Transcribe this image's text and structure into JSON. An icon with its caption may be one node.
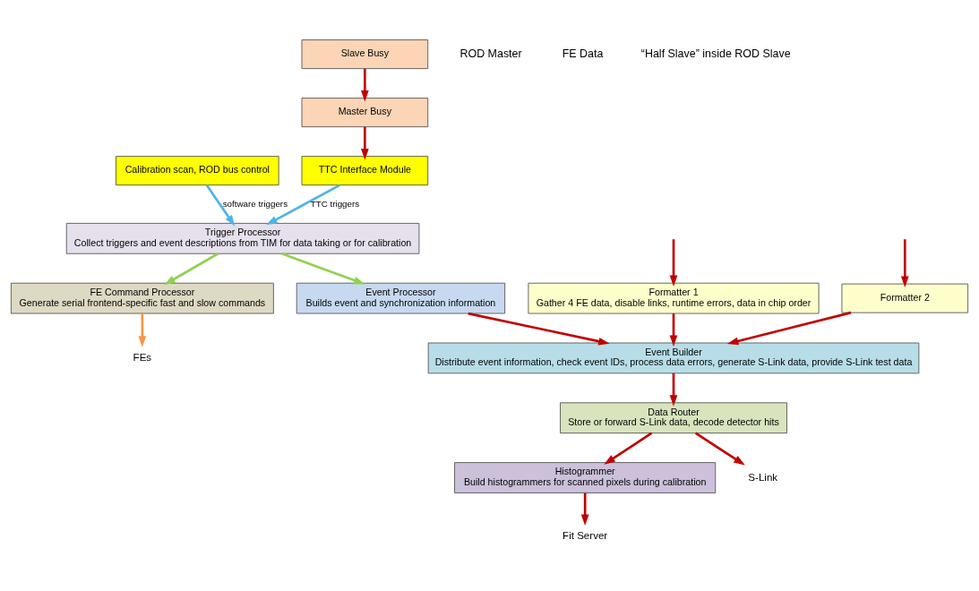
{
  "diagram": {
    "nodes": [
      {
        "text": [
          "Calibration scan, ROD bus control"
        ]
      },
      {
        "text": [
          "Trigger Processor",
          "Collect triggers and event descriptions from TIM for data taking or for calibration"
        ]
      },
      {
        "text": [
          "TTC Interface Module"
        ]
      },
      {
        "text": [
          "FE Command Processor",
          "Generate serial frontend-specific fast and slow commands"
        ]
      },
      {
        "text": [
          "FEs"
        ]
      },
      {
        "text": [
          "Event Processor",
          "Builds event and synchronization information"
        ]
      },
      {
        "text": [
          "Master Busy"
        ]
      },
      {
        "text": [
          "Formatter 1",
          "Gather 4 FE data, disable links, runtime errors, data in chip order"
        ]
      },
      {
        "text": [
          "Event Builder",
          "Distribute event information, check event IDs, process data errors, generate S-Link data, provide S-Link test data"
        ]
      },
      {
        "text": [
          "Slave Busy"
        ]
      },
      {
        "text": [
          "Histogrammer",
          "Build histogrammers for scanned pixels during calibration"
        ]
      },
      {
        "text": [
          "Data Router",
          "Store or forward S-Link data, decode detector hits"
        ]
      },
      {
        "text": [
          "Formatter 2"
        ]
      },
      {
        "text": [
          "S-Link"
        ]
      },
      {
        "text": [
          "Fit Server"
        ]
      }
    ],
    "edges": [
      {
        "from": 0,
        "to": 1,
        "arrow": "to",
        "label": "software triggers",
        "color": "#4fb3e8"
      },
      {
        "from": 2,
        "to": 1,
        "arrow": "to",
        "label": "TTC triggers",
        "color": "#4fb3e8"
      },
      {
        "from": 1,
        "to": 3,
        "arrow": "to",
        "color": "#92d050"
      },
      {
        "from": 1,
        "to": 5,
        "arrow": "to",
        "color": "#92d050"
      },
      {
        "from": 3,
        "to": 4,
        "arrow": "to",
        "color": "#f79646"
      },
      {
        "from": 5,
        "to": 8,
        "arrow": "to"
      },
      {
        "from": 9,
        "to": 6,
        "arrow": "to"
      },
      {
        "from": 6,
        "to": 2,
        "arrow": "to"
      },
      {
        "from": null,
        "to": 7,
        "arrow": "to"
      },
      {
        "from": 7,
        "to": 8,
        "arrow": "to"
      },
      {
        "from": null,
        "to": 12,
        "arrow": "to"
      },
      {
        "from": 12,
        "to": 8,
        "arrow": "to"
      },
      {
        "from": 8,
        "to": 11,
        "arrow": "to"
      },
      {
        "from": 11,
        "to": 10,
        "arrow": "to"
      },
      {
        "from": 11,
        "to": 13,
        "arrow": "to"
      },
      {
        "from": 10,
        "to": 14,
        "arrow": "to"
      }
    ],
    "labels": [
      "ROD Master",
      "FE Data",
      "“Half Slave” inside ROD Slave"
    ]
  }
}
